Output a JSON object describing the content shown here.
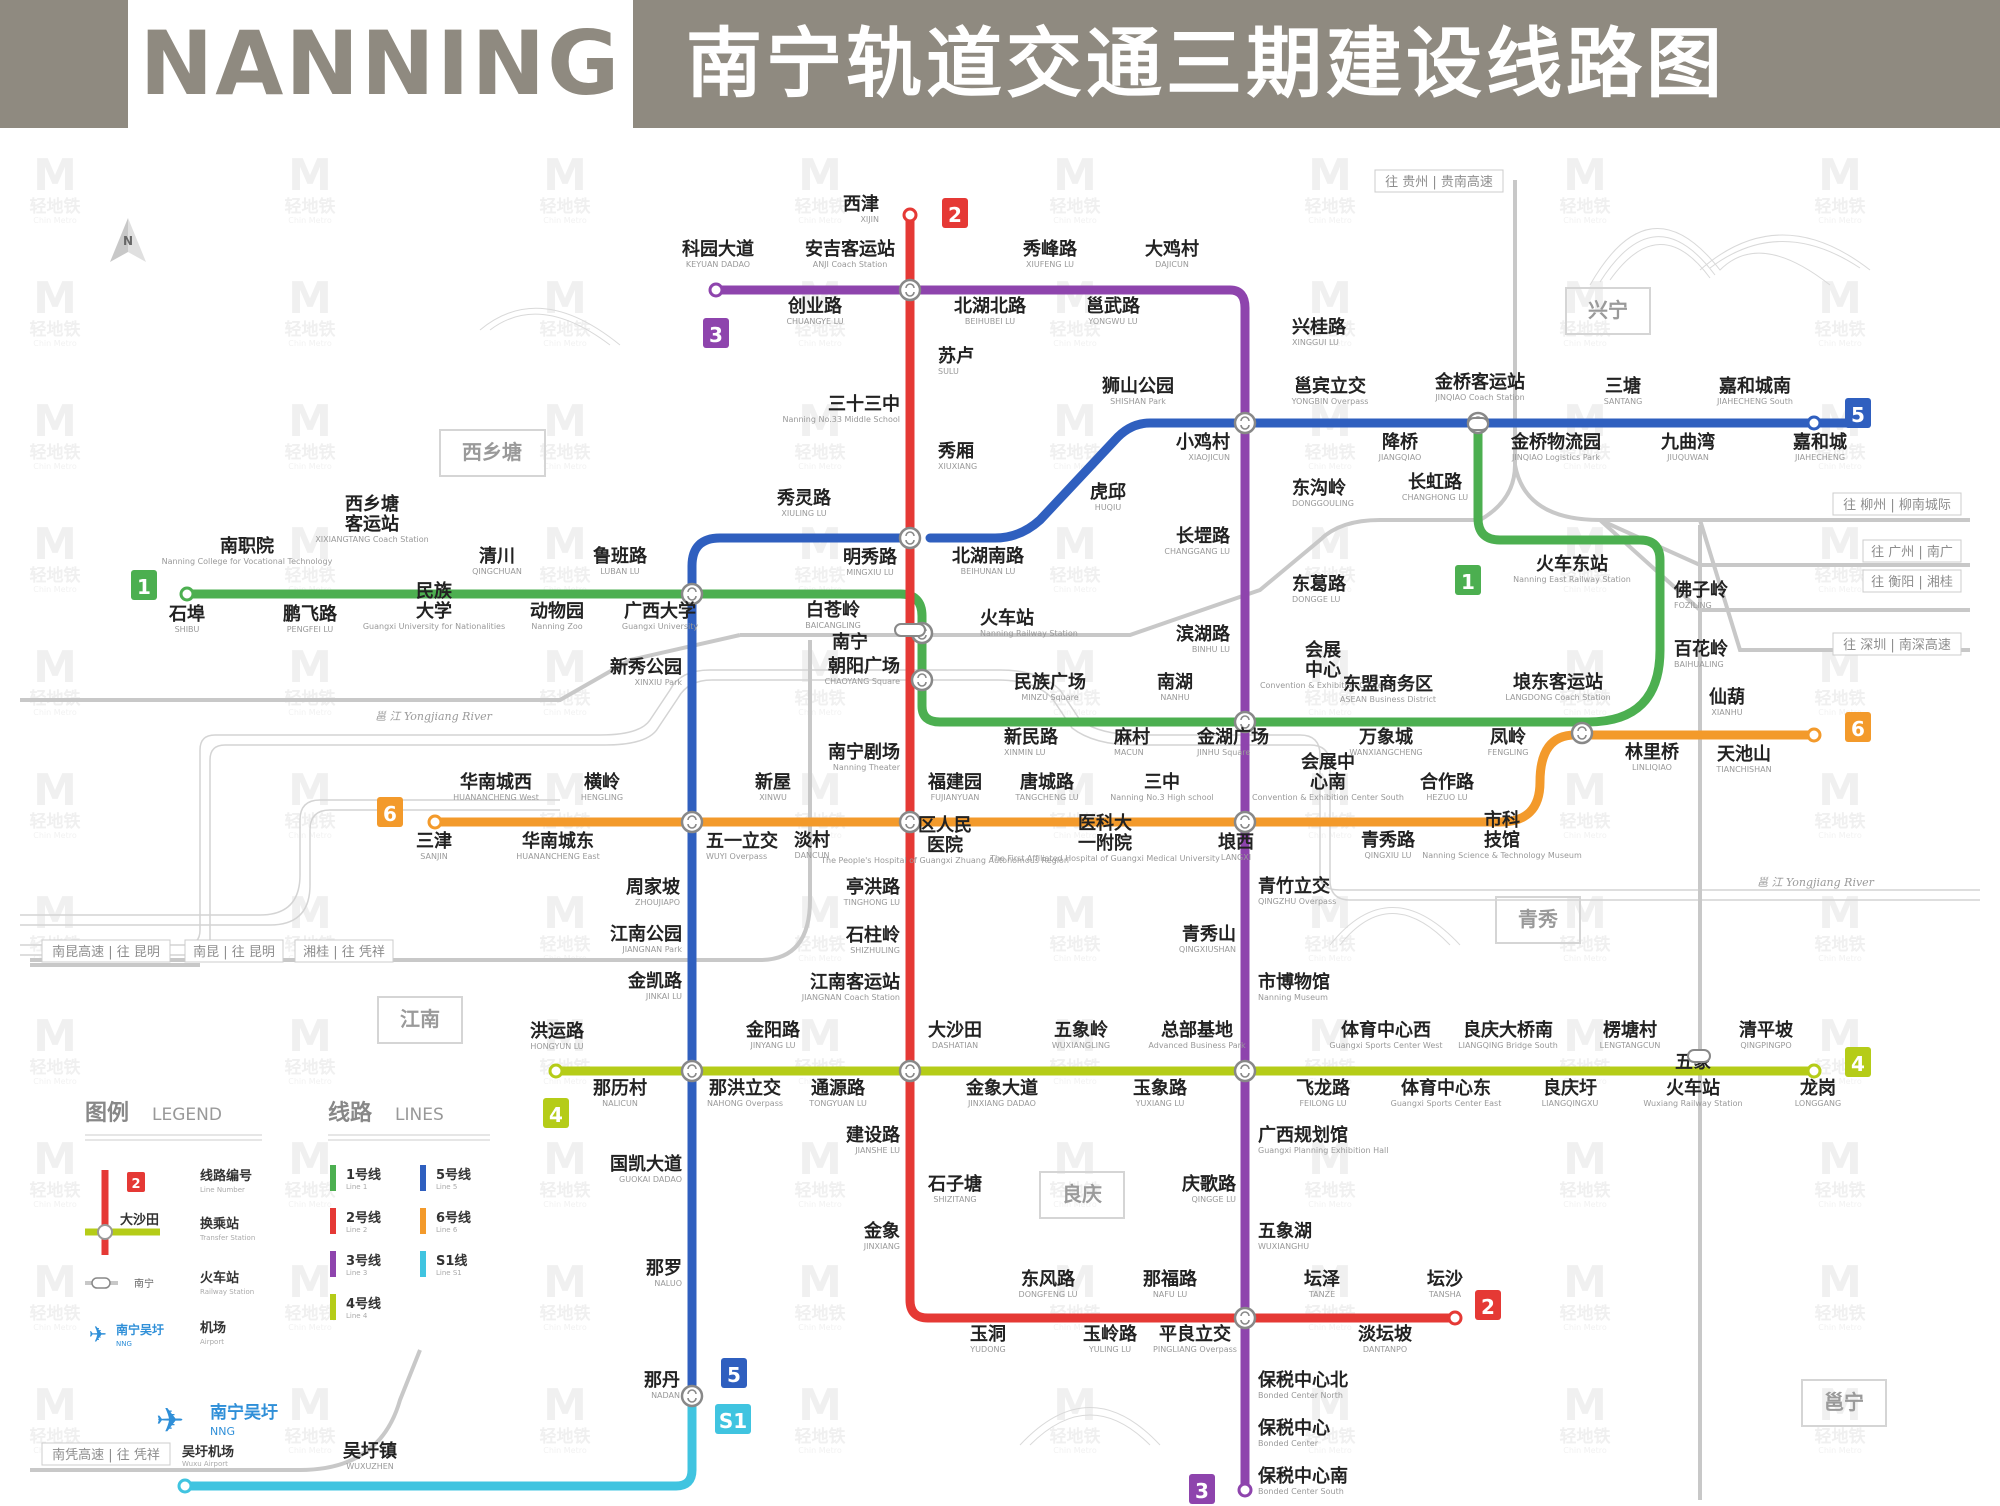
{
  "header": {
    "title_en": "NANNING",
    "title_cn": "南宁轨道交通三期建设线路图"
  },
  "lines": [
    {
      "id": "1",
      "color": "#4caf50"
    },
    {
      "id": "2",
      "color": "#e53935"
    },
    {
      "id": "3",
      "color": "#8e44ad"
    },
    {
      "id": "4",
      "color": "#b5cc18"
    },
    {
      "id": "5",
      "color": "#2f5fbf"
    },
    {
      "id": "6",
      "color": "#f39a2b"
    },
    {
      "id": "S1",
      "color": "#40c4e0"
    }
  ],
  "districts": [
    "西乡塘",
    "兴宁",
    "青秀",
    "江南",
    "良庆",
    "邕宁"
  ],
  "highways": [
    "往 贵州 | 贵南高速",
    "往 柳州 | 柳南城际",
    "往 广州 | 南广",
    "往 衡阳 | 湘桂",
    "往 深圳 | 南深高速",
    "南昆高速 | 往 昆明",
    "南昆 | 往 昆明",
    "湘桂 | 往 凭祥",
    "南凭高速 | 往 凭祥"
  ],
  "rivers": [
    "邕 江 Yongjiang River",
    "邕 江 Yongjiang River"
  ],
  "stations": [
    {
      "cn": "西津",
      "en": "XIJIN"
    },
    {
      "cn": "科园大道",
      "en": "KEYUAN DADAO"
    },
    {
      "cn": "安吉客运站",
      "en": "ANJI Coach Station"
    },
    {
      "cn": "秀峰路",
      "en": "XIUFENG LU"
    },
    {
      "cn": "大鸡村",
      "en": "DAJICUN"
    },
    {
      "cn": "创业路",
      "en": "CHUANGYE LU"
    },
    {
      "cn": "北湖北路",
      "en": "BEIHUBEI LU"
    },
    {
      "cn": "邕武路",
      "en": "YONGWU LU"
    },
    {
      "cn": "兴桂路",
      "en": "XINGGUI LU"
    },
    {
      "cn": "苏卢",
      "en": "SULU"
    },
    {
      "cn": "狮山公园",
      "en": "SHISHAN Park"
    },
    {
      "cn": "邕宾立交",
      "en": "YONGBIN Overpass"
    },
    {
      "cn": "金桥客运站",
      "en": "JINQIAO Coach Station"
    },
    {
      "cn": "三塘",
      "en": "SANTANG"
    },
    {
      "cn": "嘉和城南",
      "en": "JIAHECHENG South"
    },
    {
      "cn": "三十三中",
      "en": "Nanning No.33 Middle School"
    },
    {
      "cn": "小鸡村",
      "en": "XIAOJICUN"
    },
    {
      "cn": "降桥",
      "en": "JIANGQIAO"
    },
    {
      "cn": "金桥物流园",
      "en": "JINQIAO Logistics Park"
    },
    {
      "cn": "九曲湾",
      "en": "JIUQUWAN"
    },
    {
      "cn": "嘉和城",
      "en": "JIAHECHENG"
    },
    {
      "cn": "秀厢",
      "en": "XIUXIANG"
    },
    {
      "cn": "东沟岭",
      "en": "DONGGOULING"
    },
    {
      "cn": "长虹路",
      "en": "CHANGHONG LU"
    },
    {
      "cn": "虎邱",
      "en": "HUQIU"
    },
    {
      "cn": "秀灵路",
      "en": "XIULING LU"
    },
    {
      "cn": "长堽路",
      "en": "CHANGGANG LU"
    },
    {
      "cn": "南职院",
      "en": "Nanning College for Vocational Technology"
    },
    {
      "cn": "西乡塘客运站",
      "en": "XIXIANGTANG Coach Station"
    },
    {
      "cn": "清川",
      "en": "QINGCHUAN"
    },
    {
      "cn": "鲁班路",
      "en": "LUBAN LU"
    },
    {
      "cn": "明秀路",
      "en": "MINGXIU LU"
    },
    {
      "cn": "北湖南路",
      "en": "BEIHUNAN LU"
    },
    {
      "cn": "火车东站",
      "en": "Nanning East Railway Station"
    },
    {
      "cn": "东葛路",
      "en": "DONGGE LU"
    },
    {
      "cn": "佛子岭",
      "en": "FOZILING"
    },
    {
      "cn": "石埠",
      "en": "SHIBU"
    },
    {
      "cn": "鹏飞路",
      "en": "PENGFEI LU"
    },
    {
      "cn": "民族大学",
      "en": "Guangxi University for Nationalities"
    },
    {
      "cn": "动物园",
      "en": "Nanning Zoo"
    },
    {
      "cn": "广西大学",
      "en": "Guangxi University"
    },
    {
      "cn": "白苍岭",
      "en": "BAICANGLING"
    },
    {
      "cn": "火车站",
      "en": "Nanning Railway Station"
    },
    {
      "cn": "滨湖路",
      "en": "BINHU LU"
    },
    {
      "cn": "百花岭",
      "en": "BAIHUALING"
    },
    {
      "cn": "新秀公园",
      "en": "XINXIU Park"
    },
    {
      "cn": "朝阳广场",
      "en": "CHAOYANG Square"
    },
    {
      "cn": "会展中心",
      "en": "Convention & Exhibition Center"
    },
    {
      "cn": "民族广场",
      "en": "MINZU Square"
    },
    {
      "cn": "南湖",
      "en": "NANHU"
    },
    {
      "cn": "东盟商务区",
      "en": "ASEAN Business District"
    },
    {
      "cn": "埌东客运站",
      "en": "LANGDONG Coach Station"
    },
    {
      "cn": "仙葫",
      "en": "XIANHU"
    },
    {
      "cn": "新民路",
      "en": "XINMIN LU"
    },
    {
      "cn": "麻村",
      "en": "MACUN"
    },
    {
      "cn": "金湖广场",
      "en": "JINHU Square"
    },
    {
      "cn": "万象城",
      "en": "WANXIANGCHENG"
    },
    {
      "cn": "凤岭",
      "en": "FENGLING"
    },
    {
      "cn": "南宁剧场",
      "en": "Nanning Theater"
    },
    {
      "cn": "林里桥",
      "en": "LINLIQIAO"
    },
    {
      "cn": "天池山",
      "en": "TIANCHISHAN"
    },
    {
      "cn": "华南城西",
      "en": "HUANANCHENG West"
    },
    {
      "cn": "横岭",
      "en": "HENGLING"
    },
    {
      "cn": "新屋",
      "en": "XINWU"
    },
    {
      "cn": "福建园",
      "en": "FUJIANYUAN"
    },
    {
      "cn": "唐城路",
      "en": "TANGCHENG LU"
    },
    {
      "cn": "三中",
      "en": "Nanning No.3 High school"
    },
    {
      "cn": "会展中心南",
      "en": "Convention & Exhibition Center South"
    },
    {
      "cn": "合作路",
      "en": "HEZUO LU"
    },
    {
      "cn": "三津",
      "en": "SANJIN"
    },
    {
      "cn": "华南城东",
      "en": "HUANANCHENG East"
    },
    {
      "cn": "五一立交",
      "en": "WUYI Overpass"
    },
    {
      "cn": "淡村",
      "en": "DANCUN"
    },
    {
      "cn": "区人民医院",
      "en": "The People's Hospital of Guangxi Zhuang Autonomous Region"
    },
    {
      "cn": "医科大一附院",
      "en": "The First Affiliated Hospital of Guangxi Medical University"
    },
    {
      "cn": "埌西",
      "en": "LANGXI"
    },
    {
      "cn": "青秀路",
      "en": "QINGXIU LU"
    },
    {
      "cn": "市科技馆",
      "en": "Nanning Science & Technology Museum"
    },
    {
      "cn": "周家坡",
      "en": "ZHOUJIAPO"
    },
    {
      "cn": "亭洪路",
      "en": "TINGHONG LU"
    },
    {
      "cn": "青竹立交",
      "en": "QINGZHU Overpass"
    },
    {
      "cn": "江南公园",
      "en": "JIANGNAN Park"
    },
    {
      "cn": "石柱岭",
      "en": "SHIZHULING"
    },
    {
      "cn": "青秀山",
      "en": "QINGXIUSHAN"
    },
    {
      "cn": "金凯路",
      "en": "JINKAI LU"
    },
    {
      "cn": "江南客运站",
      "en": "JIANGNAN Coach Station"
    },
    {
      "cn": "市博物馆",
      "en": "Nanning Museum"
    },
    {
      "cn": "洪运路",
      "en": "HONGYUN LU"
    },
    {
      "cn": "金阳路",
      "en": "JINYANG LU"
    },
    {
      "cn": "大沙田",
      "en": "DASHATIAN"
    },
    {
      "cn": "五象岭",
      "en": "WUXIANGLING"
    },
    {
      "cn": "总部基地",
      "en": "Advanced Business Park"
    },
    {
      "cn": "体育中心西",
      "en": "Guangxi Sports Center West"
    },
    {
      "cn": "良庆大桥南",
      "en": "LIANGQING Bridge South"
    },
    {
      "cn": "楞塘村",
      "en": "LENGTANGCUN"
    },
    {
      "cn": "清平坡",
      "en": "QINGPINGPO"
    },
    {
      "cn": "那历村",
      "en": "NALICUN"
    },
    {
      "cn": "那洪立交",
      "en": "NAHONG Overpass"
    },
    {
      "cn": "通源路",
      "en": "TONGYUAN LU"
    },
    {
      "cn": "金象大道",
      "en": "JINXIANG DADAO"
    },
    {
      "cn": "玉象路",
      "en": "YUXIANG LU"
    },
    {
      "cn": "飞龙路",
      "en": "FEILONG LU"
    },
    {
      "cn": "体育中心东",
      "en": "Guangxi Sports Center East"
    },
    {
      "cn": "良庆圩",
      "en": "LIANGQINGXU"
    },
    {
      "cn": "五象火车站",
      "en": "Wuxiang Railway Station"
    },
    {
      "cn": "龙岗",
      "en": "LONGGANG"
    },
    {
      "cn": "建设路",
      "en": "JIANSHE LU"
    },
    {
      "cn": "广西规划馆",
      "en": "Guangxi Planning Exhibition Hall"
    },
    {
      "cn": "国凯大道",
      "en": "GUOKAI DADAO"
    },
    {
      "cn": "石子塘",
      "en": "SHIZITANG"
    },
    {
      "cn": "庆歌路",
      "en": "QINGGE LU"
    },
    {
      "cn": "金象",
      "en": "JINXIANG"
    },
    {
      "cn": "五象湖",
      "en": "WUXIANGHU"
    },
    {
      "cn": "那罗",
      "en": "NALUO"
    },
    {
      "cn": "东风路",
      "en": "DONGFENG LU"
    },
    {
      "cn": "那福路",
      "en": "NAFU LU"
    },
    {
      "cn": "坛泽",
      "en": "TANZE"
    },
    {
      "cn": "坛沙",
      "en": "TANSHA"
    },
    {
      "cn": "玉洞",
      "en": "YUDONG"
    },
    {
      "cn": "玉岭路",
      "en": "YULING LU"
    },
    {
      "cn": "平良立交",
      "en": "PINGLIANG Overpass"
    },
    {
      "cn": "淡坛坡",
      "en": "DANTANPO"
    },
    {
      "cn": "那丹",
      "en": "NADAN"
    },
    {
      "cn": "保税中心北",
      "en": "Bonded Center North"
    },
    {
      "cn": "保税中心",
      "en": "Bonded Center"
    },
    {
      "cn": "吴圩镇",
      "en": "WUXUZHEN"
    },
    {
      "cn": "保税中心南",
      "en": "Bonded Center South"
    },
    {
      "cn": "南宁",
      "en": ""
    }
  ],
  "airport": {
    "name": "南宁吴圩",
    "code": "NNG",
    "label": "吴圩机场",
    "en": "Wuxu Airport"
  },
  "legend": {
    "title": "图例",
    "title_en": "LEGEND",
    "items": [
      {
        "cn": "线路编号",
        "en": "Line Number"
      },
      {
        "cn": "换乘站",
        "en": "Transfer Station"
      },
      {
        "cn": "火车站",
        "en": "Railway Station"
      },
      {
        "cn": "机场",
        "en": "Airport"
      }
    ],
    "sample_station": "大沙田",
    "sample_rail": "南宁",
    "sample_airport": "南宁吴圩",
    "sample_airport_code": "NNG",
    "lines_title": "线路",
    "lines_title_en": "LINES",
    "line_items": [
      {
        "cn": "1号线",
        "en": "Line 1",
        "color": "#4caf50"
      },
      {
        "cn": "2号线",
        "en": "Line 2",
        "color": "#e53935"
      },
      {
        "cn": "3号线",
        "en": "Line 3",
        "color": "#8e44ad"
      },
      {
        "cn": "4号线",
        "en": "Line 4",
        "color": "#b5cc18"
      },
      {
        "cn": "5号线",
        "en": "Line 5",
        "color": "#2f5fbf"
      },
      {
        "cn": "6号线",
        "en": "Line 6",
        "color": "#f39a2b"
      },
      {
        "cn": "S1线",
        "en": "Line S1",
        "color": "#40c4e0"
      }
    ]
  },
  "watermark": {
    "m": "M",
    "cn": "轻地铁",
    "en": "Chin Metro"
  }
}
